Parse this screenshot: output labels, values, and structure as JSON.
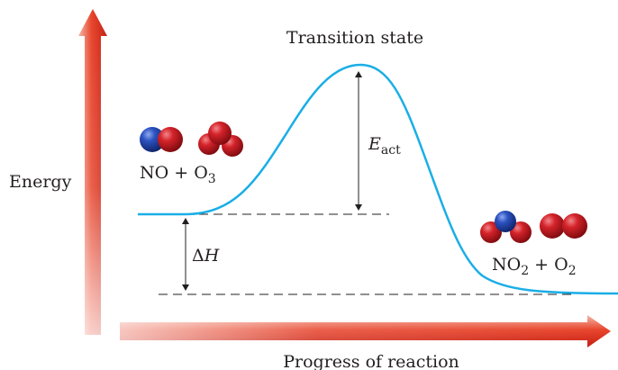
{
  "labels": {
    "transition_state": "Transition state",
    "energy_axis": "Energy",
    "progress_axis": "Progress of reaction",
    "activation_energy_symbol": "E",
    "activation_energy_subscript": "act",
    "enthalpy_delta": "Δ",
    "enthalpy_symbol": "H"
  },
  "reactants": {
    "part1": "NO + O",
    "part1_sub": "3"
  },
  "products": {
    "part1": "NO",
    "part1_sub": "2",
    "part2": " + O",
    "part2_sub": "2"
  },
  "colors": {
    "curve": "#1aaee6",
    "axis_arrow": "#e2311f",
    "oxygen_atom": "#c0161d",
    "nitrogen_atom": "#2a4eb0",
    "text": "#231f20"
  }
}
